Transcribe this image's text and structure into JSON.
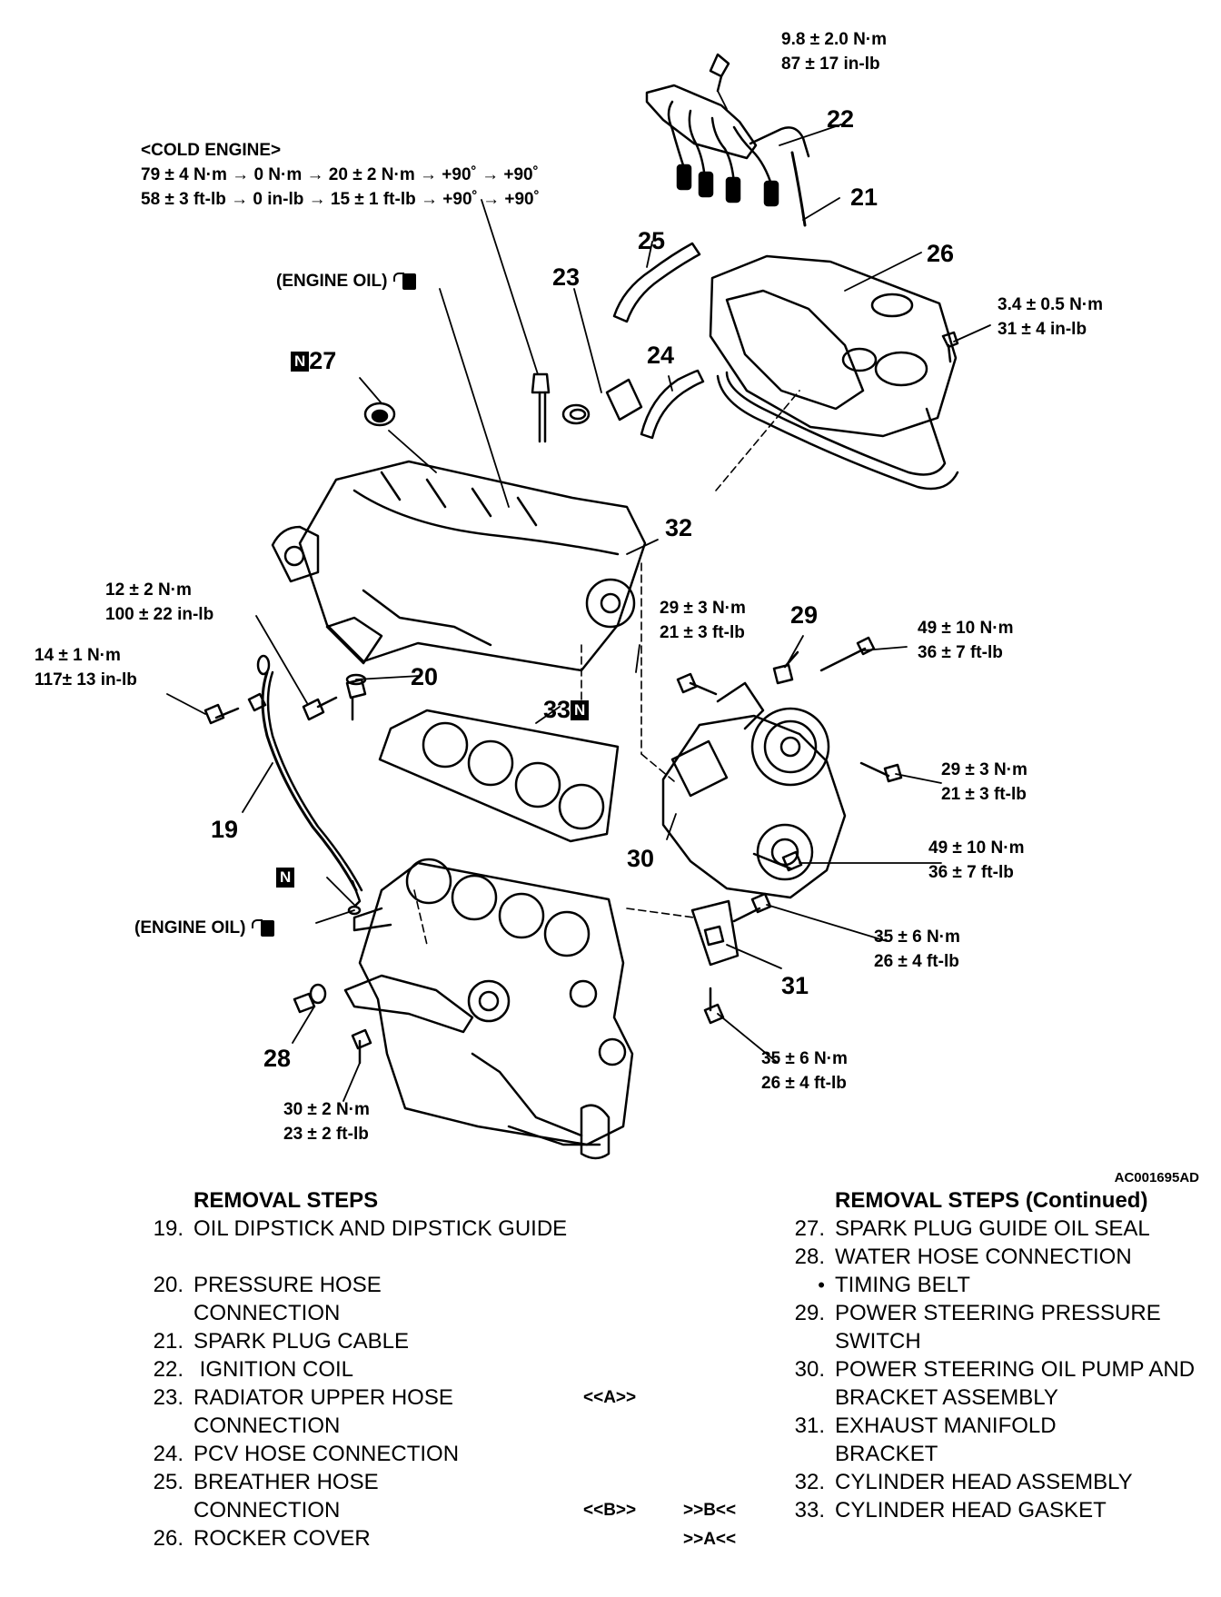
{
  "figure_code": "AC001695AD",
  "torque": {
    "cold_engine_title": "<COLD ENGINE>",
    "cold_engine_nm": "79 ± 4 N·m → 0 N·m → 20 ± 2 N·m → +90˚ → +90˚",
    "cold_engine_ftlb": "58 ± 3 ft-lb → 0 in-lb → 15 ± 1 ft-lb → +90˚ → +90˚",
    "t1_nm": "9.8 ± 2.0 N·m",
    "t1_in": "87 ± 17 in-lb",
    "t2_nm": "3.4 ± 0.5 N·m",
    "t2_in": "31 ± 4 in-lb",
    "t3_nm": "12 ± 2 N·m",
    "t3_in": "100 ± 22 in-lb",
    "t4_nm": "14 ± 1 N·m",
    "t4_in": "117± 13 in-lb",
    "t5_nm": "29 ± 3 N·m",
    "t5_ft": "21 ± 3 ft-lb",
    "t6_nm": "49 ± 10 N·m",
    "t6_ft": "36 ± 7 ft-lb",
    "t7_nm": "29 ± 3 N·m",
    "t7_ft": "21 ± 3 ft-lb",
    "t8_nm": "49 ± 10 N·m",
    "t8_ft": "36 ± 7 ft-lb",
    "t9_nm": "35 ± 6 N·m",
    "t9_ft": "26 ± 4 ft-lb",
    "t10_nm": "35 ± 6 N·m",
    "t10_ft": "26 ± 4 ft-lb",
    "t11_nm": "30 ± 2 N·m",
    "t11_ft": "23 ± 2 ft-lb"
  },
  "engine_oil_label": "(ENGINE OIL)",
  "new_part_mark": "N",
  "callouts": {
    "c19": "19",
    "c20": "20",
    "c21": "21",
    "c22": "22",
    "c23": "23",
    "c24": "24",
    "c25": "25",
    "c26": "26",
    "c27": "27",
    "c28": "28",
    "c29": "29",
    "c30": "30",
    "c31": "31",
    "c32": "32",
    "c33": "33"
  },
  "left_steps": {
    "header": "REMOVAL STEPS",
    "items": [
      {
        "num": "19.",
        "text": "OIL DIPSTICK AND DIPSTICK GUIDE"
      },
      {
        "num": "20.",
        "text": "PRESSURE HOSE CONNECTION"
      },
      {
        "num": "21.",
        "text": "SPARK PLUG CABLE"
      },
      {
        "num": "22.",
        "text": " IGNITION COIL"
      },
      {
        "num": "23.",
        "text": "RADIATOR UPPER HOSE CONNECTION"
      },
      {
        "num": "24.",
        "text": "PCV HOSE CONNECTION"
      },
      {
        "num": "25.",
        "text": "BREATHER HOSE CONNECTION"
      },
      {
        "num": "26.",
        "text": "ROCKER COVER"
      }
    ]
  },
  "right_steps": {
    "header": "REMOVAL STEPS (Continued)",
    "items": [
      {
        "num": "27.",
        "text": "SPARK PLUG GUIDE OIL SEAL"
      },
      {
        "num": "28.",
        "text": "WATER HOSE CONNECTION"
      },
      {
        "num": "•",
        "text": "TIMING BELT"
      },
      {
        "num": "29.",
        "text": "POWER STEERING PRESSURE SWITCH"
      },
      {
        "num": "30.",
        "text": "POWER STEERING OIL PUMP AND BRACKET ASSEMBLY"
      },
      {
        "num": "31.",
        "text": "EXHAUST MANIFOLD BRACKET"
      },
      {
        "num": "32.",
        "text": "CYLINDER HEAD ASSEMBLY"
      },
      {
        "num": "33.",
        "text": "CYLINDER HEAD GASKET"
      }
    ]
  },
  "markers": {
    "removal_a": "<<A>>",
    "removal_b": "<<B>>",
    "install_b": ">>B<<",
    "install_a": ">>A<<"
  }
}
